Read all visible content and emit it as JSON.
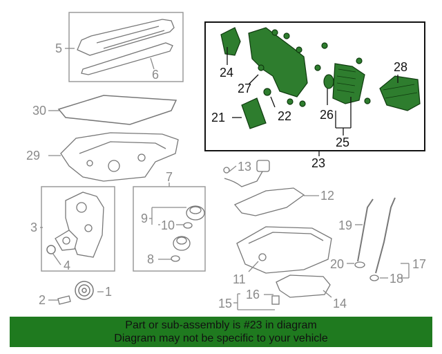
{
  "diagram": {
    "callouts": {
      "c1": "1",
      "c2": "2",
      "c3": "3",
      "c4": "4",
      "c5": "5",
      "c6": "6",
      "c7": "7",
      "c8": "8",
      "c9": "9",
      "c10": "10",
      "c11": "11",
      "c12": "12",
      "c13": "13",
      "c14": "14",
      "c15": "15",
      "c16": "16",
      "c17": "17",
      "c18": "18",
      "c19": "19",
      "c20": "20",
      "c21": "21",
      "c22": "22",
      "c23": "23",
      "c24": "24",
      "c25": "25",
      "c26": "26",
      "c27": "27",
      "c28": "28",
      "c29": "29",
      "c30": "30"
    },
    "highlight_color": "#2e7d2e",
    "line_color": "#8a8a8a"
  },
  "banner": {
    "line1": "Part or sub-assembly is #23 in diagram",
    "line2": "Diagram may not be specific to your vehicle",
    "background": "#1f7a1f"
  }
}
